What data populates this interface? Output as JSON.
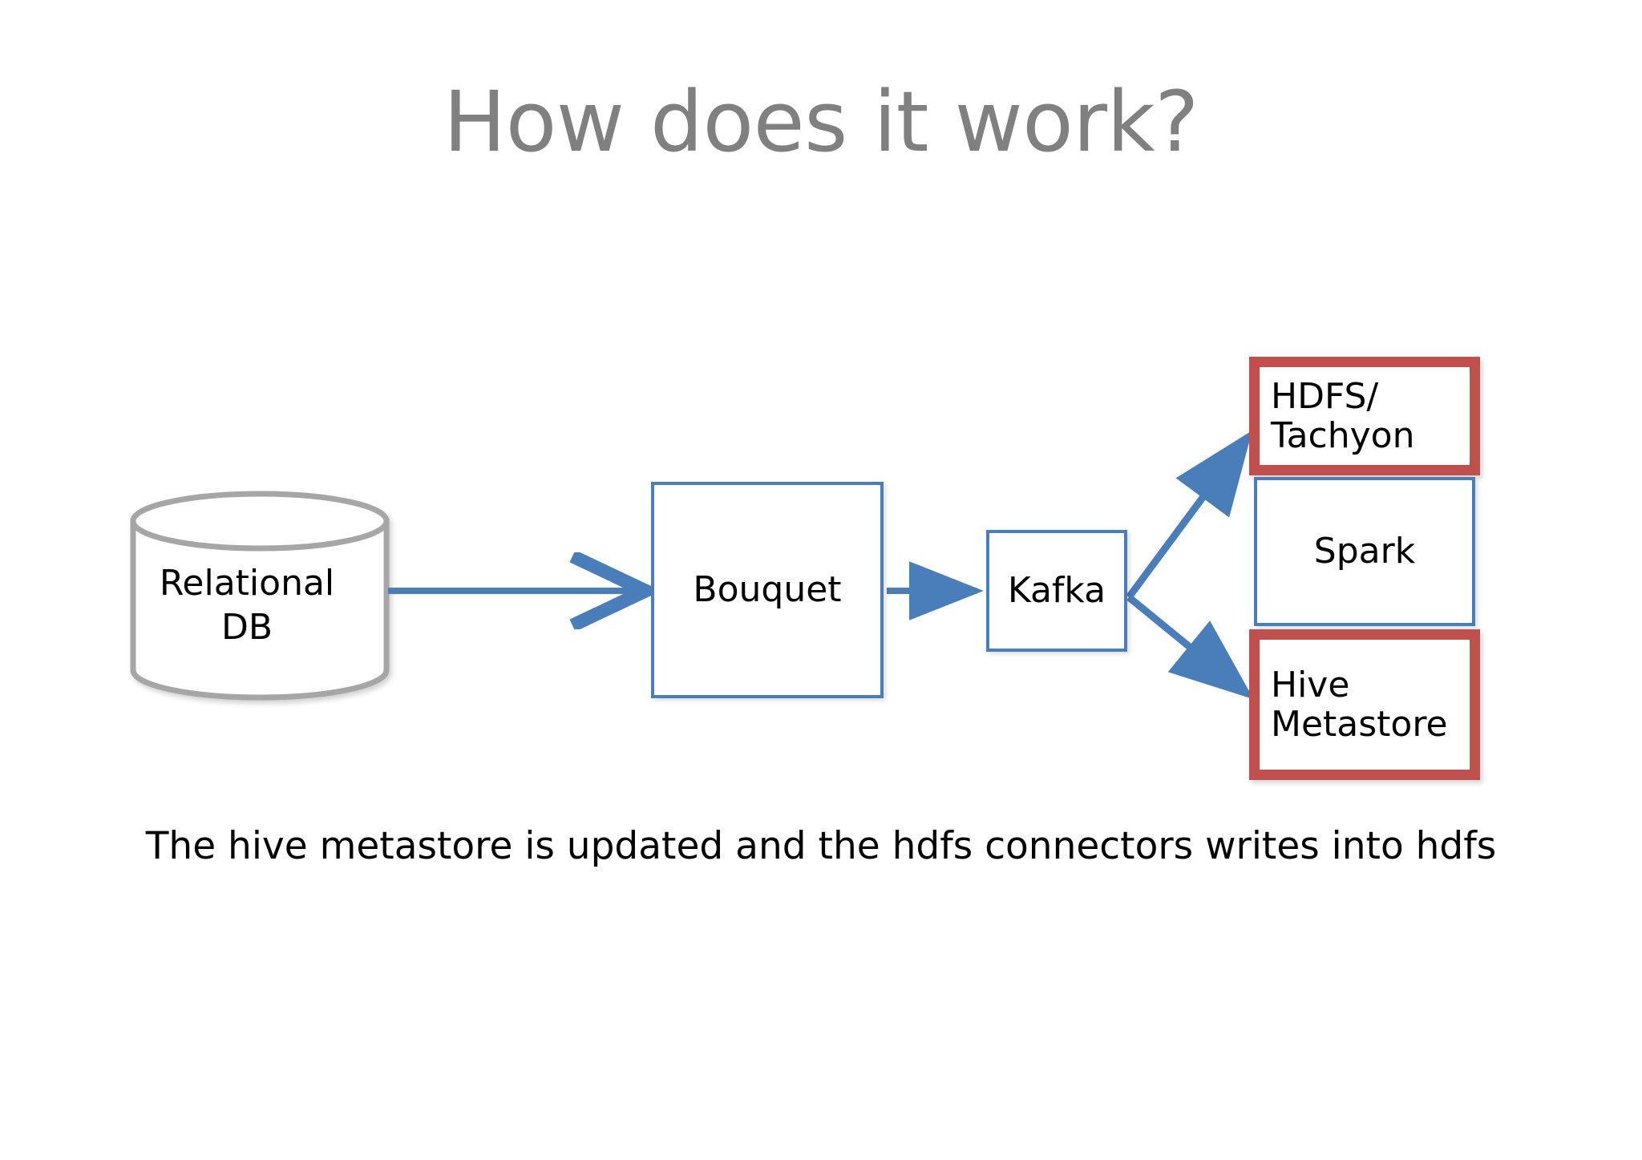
{
  "slide": {
    "title": "How does it work?",
    "caption": "The hive metastore is updated and the hdfs connectors writes into hdfs",
    "background_color": "#FFFFFF",
    "title_color": "#808080"
  },
  "colors": {
    "accent_blue": "#4A7EBB",
    "accent_red": "#C0504D",
    "cylinder_gray": "#A6A6A6",
    "text_black": "#000000"
  },
  "diagram": {
    "type": "flow-diagram",
    "nodes": [
      {
        "id": "relational-db",
        "label_line1": "Relational",
        "label_line2": "DB",
        "shape": "cylinder",
        "border_color": "#A6A6A6",
        "text_align": "center"
      },
      {
        "id": "bouquet",
        "label": "Bouquet",
        "shape": "rectangle",
        "border_color": "#4A7EBB",
        "text_align": "center"
      },
      {
        "id": "kafka",
        "label": "Kafka",
        "shape": "rectangle",
        "border_color": "#4A7EBB",
        "text_align": "center"
      },
      {
        "id": "hdfs-tachyon",
        "label_line1": "HDFS/",
        "label_line2": "Tachyon",
        "shape": "rectangle",
        "border_color": "#C0504D",
        "text_align": "left"
      },
      {
        "id": "spark",
        "label": "Spark",
        "shape": "rectangle",
        "border_color": "#4A7EBB",
        "text_align": "center"
      },
      {
        "id": "hive-metastore",
        "label_line1": "Hive",
        "label_line2": "Metastore",
        "shape": "rectangle",
        "border_color": "#C0504D",
        "text_align": "left"
      }
    ],
    "edges": [
      {
        "from": "relational-db",
        "to": "bouquet",
        "style": "straight-arrow",
        "head": "open-chevron",
        "color": "#4A7EBB"
      },
      {
        "from": "bouquet",
        "to": "kafka",
        "style": "straight-arrow",
        "head": "solid-triangle",
        "color": "#4A7EBB"
      },
      {
        "from": "kafka",
        "to": "hdfs-tachyon",
        "style": "diagonal-arrow-up",
        "head": "solid-triangle",
        "color": "#4A7EBB"
      },
      {
        "from": "kafka",
        "to": "hive-metastore",
        "style": "diagonal-arrow-down",
        "head": "solid-triangle",
        "color": "#4A7EBB"
      }
    ]
  }
}
